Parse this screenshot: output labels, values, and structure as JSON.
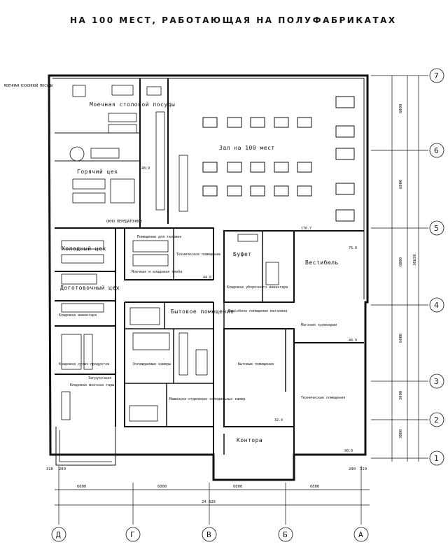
{
  "title": "НА 100 МЕСТ, РАБОТАЮЩАЯ НА ПОЛУФАБРИКАТАХ",
  "rooms": {
    "kitchen_wash": "МОЕЧНАЯ КУХОННОЙ ПОСУДЫ",
    "dish_wash": "Моечная столовой посуды",
    "hot_shop": "Горячий цех",
    "hall": "Зал на 100 мест",
    "window": "ОКНО ПЕРЕДАТОЧНОЕ",
    "cold_shop": "Холодный цех",
    "prep_shop": "Доготовочный цех",
    "inventory_pantry": "Кладовая инвентаря",
    "dry_pantry": "Кладовая сухих продуктов",
    "loading": "Загрузочная",
    "tare_pantry": "Кладовая моечная тары",
    "cart_room": "Помещение для тележек",
    "tech_room_1": "Техническое помещение",
    "bread_room": "Моечная и кладовая хлеба",
    "buffet": "Буфет",
    "vestibule": "Вестибюль",
    "cleaning_pantry": "Кладовая уборочного инвентаря",
    "store_aux": "Подсобное помещение магазина",
    "household": "Бытовое помещение",
    "chambers": "Охлаждаемые камеры",
    "machine_room": "Машинное отделение холодильных камер",
    "shop_culinary": "Магазин кулинарии",
    "domestic": "Бытовые помещения",
    "tech_room_2": "Технические помещения",
    "office": "Контора"
  },
  "areas": {
    "a1": "48.9",
    "a2": "170.7",
    "a3": "76.0",
    "a4": "48.9",
    "a5": "32.4",
    "a6": "90.0",
    "a7": "44.8"
  },
  "dims_bottom": [
    "6000",
    "6000",
    "6000",
    "6000"
  ],
  "dims_total": "24 820",
  "dims_right": [
    "6000",
    "6000",
    "6000",
    "6000",
    "3000",
    "3000"
  ],
  "dims_right_total": "30620",
  "dims_edge": [
    "310",
    "200",
    "200",
    "310"
  ],
  "axes_bottom": [
    "Д",
    "Г",
    "В",
    "Б",
    "А"
  ],
  "axes_right": [
    "7",
    "6",
    "5",
    "4",
    "3",
    "2",
    "1"
  ],
  "colors": {
    "ink": "#111111",
    "paper": "#ffffff"
  }
}
